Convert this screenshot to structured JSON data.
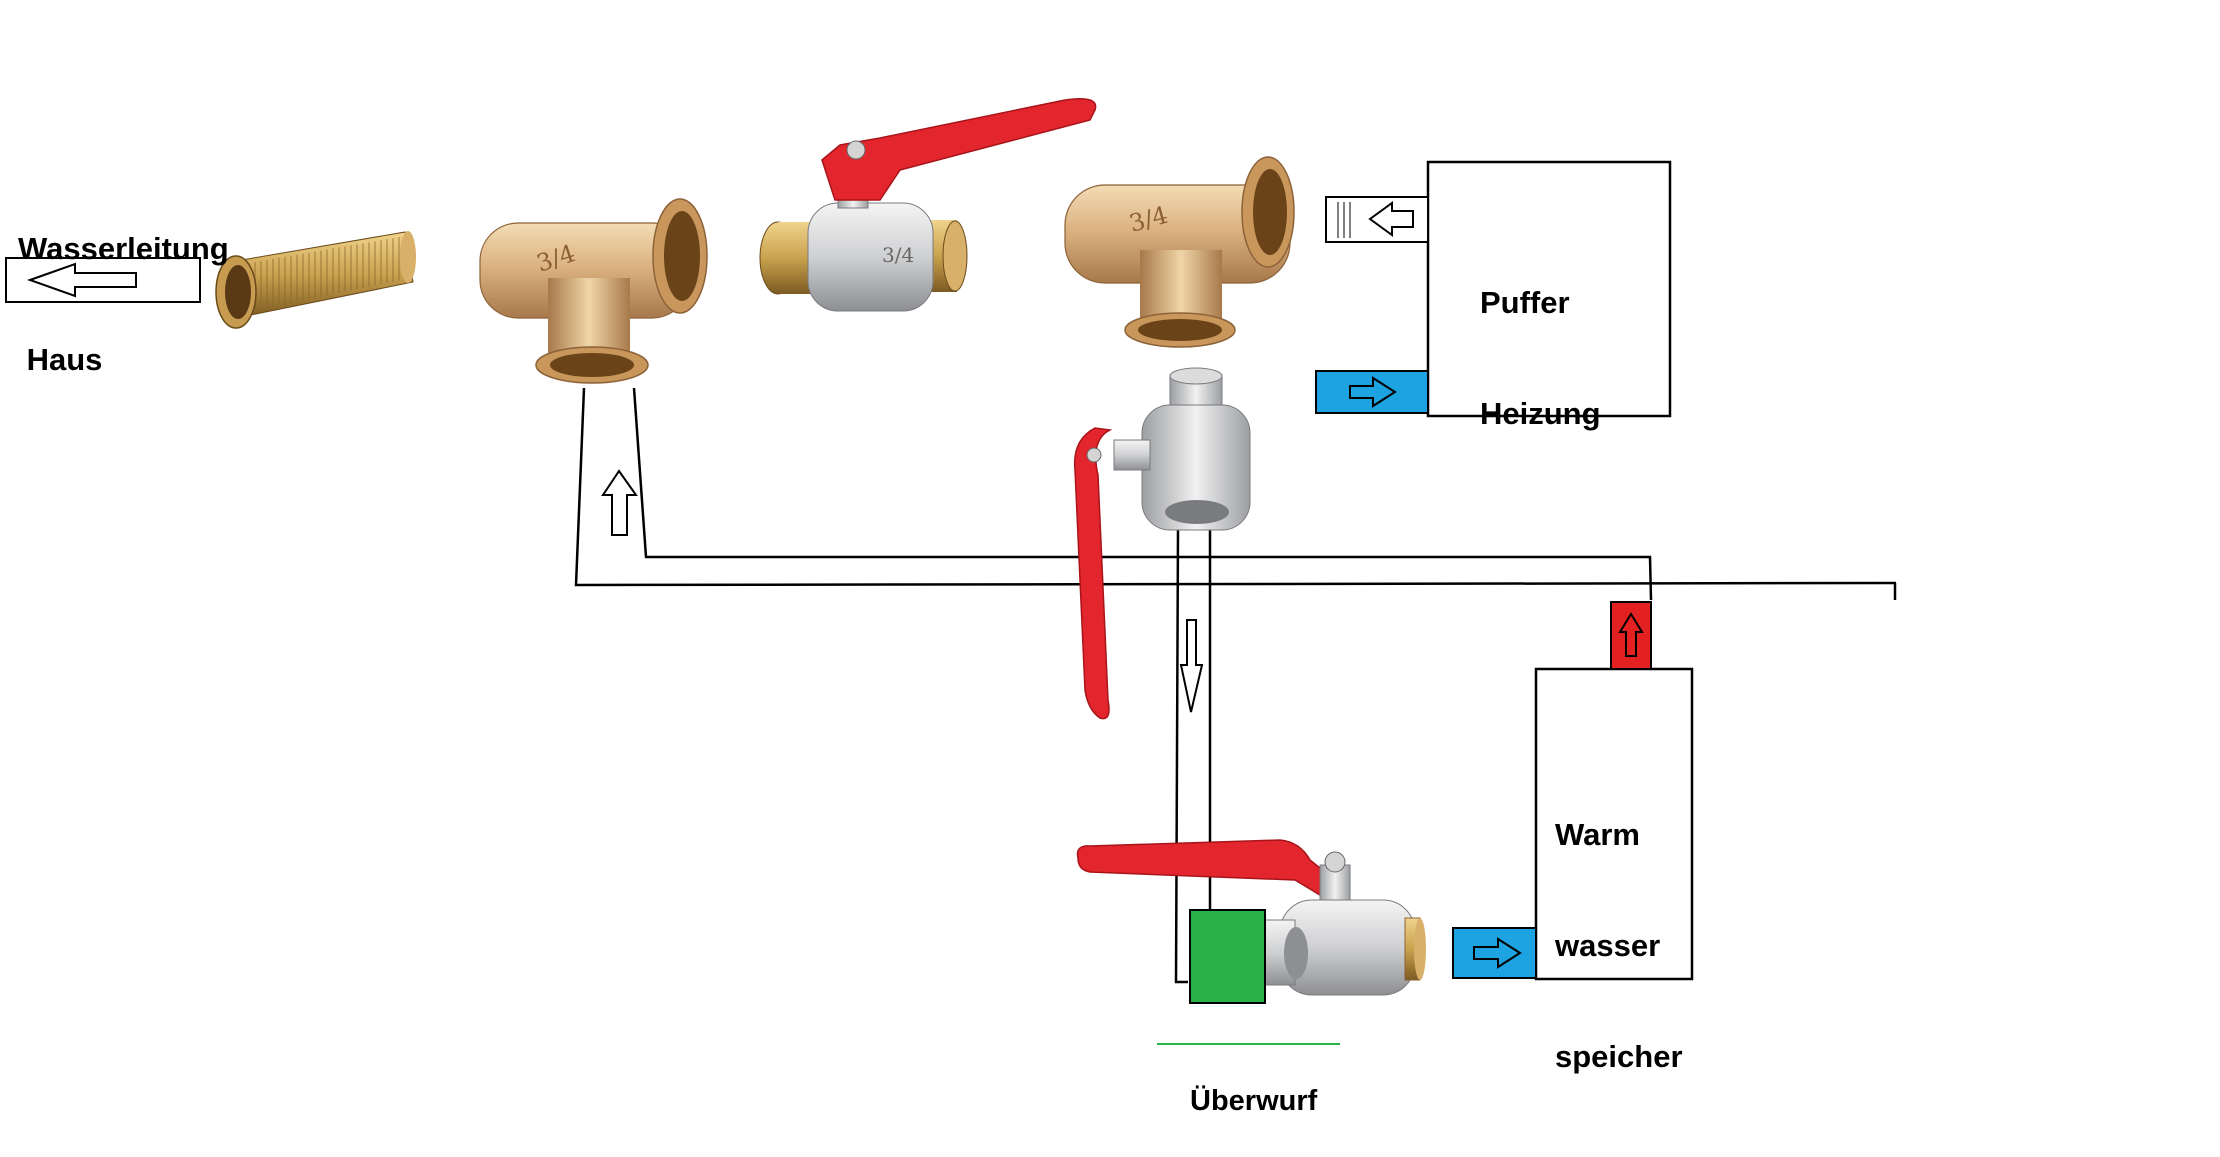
{
  "labels": {
    "house_line": [
      "Wasserleitung",
      " Haus"
    ],
    "buffer": [
      "Puffer",
      "Heizung"
    ],
    "hot_water_tank": [
      "Warm",
      "wasser",
      "speicher"
    ],
    "union_nut": "Überwurf"
  },
  "fitting_marks": {
    "tee_size": "3/4",
    "valve_size": "3/4"
  },
  "colors": {
    "brass_light": "#e8c494",
    "brass_dark": "#a8794a",
    "nickel": "#cfd0d2",
    "lever_red": "#e3262d",
    "flow_in_blue": "#1ea3e2",
    "flow_out_red": "#e32121",
    "union_green": "#29b24a",
    "line": "#000000"
  },
  "icons": [
    "arrow-left-icon",
    "arrow-up-icon",
    "arrow-down-icon",
    "arrow-right-icon",
    "brass-nipple-icon",
    "brass-tee-icon",
    "ball-valve-icon"
  ]
}
